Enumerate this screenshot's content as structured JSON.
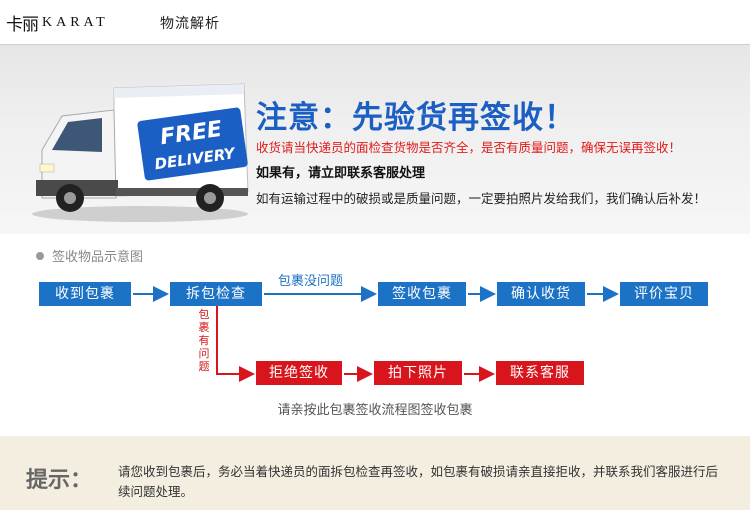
{
  "header": {
    "logo_cn": "卡丽",
    "logo_en": "KARAT",
    "title": "物流解析"
  },
  "notice": {
    "title": "注意：先验货再签收！",
    "line_red": "收货请当快递员的面检查货物是否齐全，是否有质量问题，确保无误再签收！",
    "line_bold": "如果有，请立即联系客服处理",
    "line_normal": "如有运输过程中的破损或是质量问题，一定要拍照片发给我们，我们确认后补发！"
  },
  "truck": {
    "badge_line1": "FREE",
    "badge_line2": "DELIVERY"
  },
  "flow": {
    "section_label": "签收物品示意图",
    "steps": [
      "收到包裹",
      "拆包检查",
      "签收包裹",
      "确认收货",
      "评价宝贝"
    ],
    "ok_label": "包裹没问题",
    "problem_label": "包裹有问题",
    "problem_steps": [
      "拒绝签收",
      "拍下照片",
      "联系客服"
    ],
    "instruction": "请亲按此包裹签收流程图签收包裹"
  },
  "tip": {
    "label": "提示：",
    "text": "请您收到包裹后，务必当着快递员的面拆包检查再签收，如包裹有破损请亲直接拒收，并联系我们客服进行后续问题处理。"
  },
  "colors": {
    "blue": "#1c72c4",
    "red": "#d8141c",
    "title_blue": "#1c5fc4",
    "tip_bg": "#f3eedf"
  }
}
